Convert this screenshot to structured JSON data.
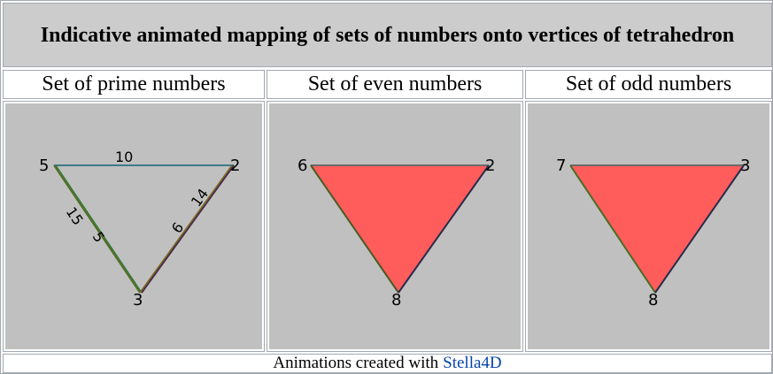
{
  "title": "Indicative animated mapping of sets of numbers onto vertices of tetrahedron",
  "columns": [
    {
      "header": "Set of prime numbers",
      "vertices": {
        "left": "5",
        "right": "2",
        "bottom": "3"
      },
      "edges": {
        "top": "10",
        "left_outer": "15",
        "left_inner": "5",
        "right_outer": "14",
        "right_inner": "6"
      },
      "face_color": ""
    },
    {
      "header": "Set of even numbers",
      "vertices": {
        "left": "6",
        "right": "2",
        "bottom": "8"
      },
      "face_color": "#ff5c5c"
    },
    {
      "header": "Set of odd numbers",
      "vertices": {
        "left": "7",
        "right": "3",
        "bottom": "8"
      },
      "face_color": "#ff5c5c"
    }
  ],
  "footer": {
    "text": "Animations created with",
    "link_text": "Stella4D",
    "link_color": "#0645ad"
  },
  "colors": {
    "title_bg": "#cccccc",
    "image_bg": "#c0c0c0",
    "border": "#a2a9b1"
  }
}
